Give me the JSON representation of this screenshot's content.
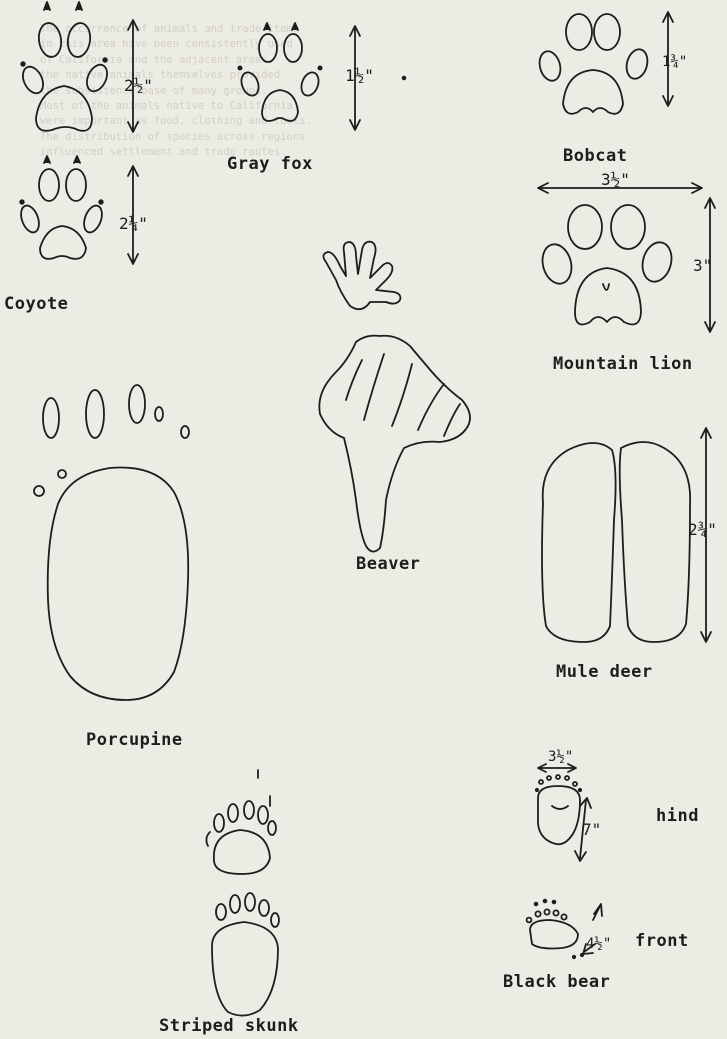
{
  "background_text": [
    "The occurrence of animals and trade items",
    "in this area have been consistently used",
    "of California and the adjacent areas.",
    "the native animals themselves provided",
    "the subsistence base of many groups.",
    "Most of the animals native to California",
    "were important as food, clothing and tools.",
    "The distribution of species across regions",
    "influenced settlement and trade routes.",
    "",
    "",
    "",
    "",
    "",
    "",
    "",
    "",
    "",
    "",
    "",
    "",
    "",
    "",
    "",
    "",
    "",
    "",
    "",
    "",
    "",
    "",
    "",
    "",
    "",
    "",
    "",
    "",
    "",
    "",
    "",
    "",
    "",
    "",
    "",
    "",
    "",
    "",
    "",
    "",
    "",
    "",
    "",
    "",
    "",
    "",
    "",
    "",
    "",
    "",
    "",
    "",
    "",
    "",
    "",
    ""
  ],
  "animals": {
    "coyote": {
      "name": "Coyote",
      "size_front": "2½\"",
      "size_hind": "2¼\""
    },
    "gray_fox": {
      "name": "Gray fox",
      "size": "1½\""
    },
    "bobcat": {
      "name": "Bobcat",
      "size": "1¾\""
    },
    "mountain_lion": {
      "name": "Mountain lion",
      "width": "3½\"",
      "length": "3\""
    },
    "beaver": {
      "name": "Beaver"
    },
    "porcupine": {
      "name": "Porcupine"
    },
    "mule_deer": {
      "name": "Mule deer",
      "size": "2¾\""
    },
    "striped_skunk": {
      "name": "Striped skunk"
    },
    "black_bear": {
      "name": "Black bear",
      "hind_label": "hind",
      "front_label": "front",
      "hind_width": "3½\"",
      "hind_length": "7\"",
      "front_width": "4½\""
    }
  },
  "colors": {
    "ink": "#1d1d1d",
    "paper": "#ecebe4",
    "faded_text": "#cfcdc4"
  }
}
